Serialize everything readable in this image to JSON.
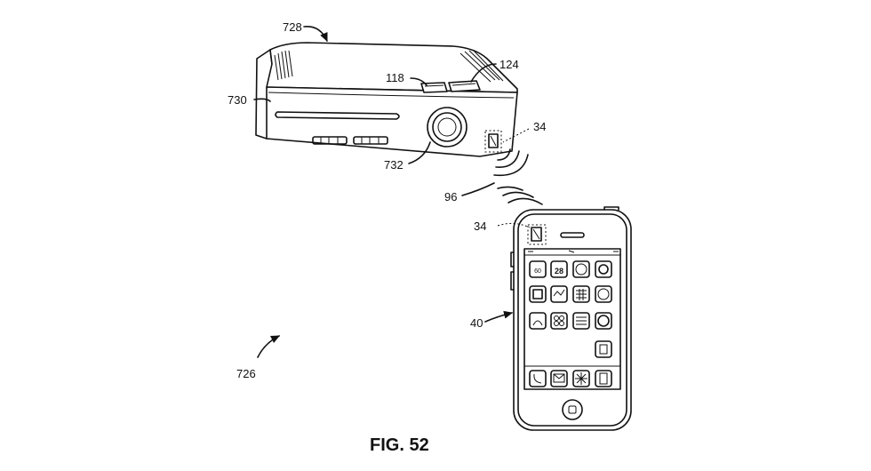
{
  "figure": {
    "caption": "FIG. 52"
  },
  "labels": {
    "console": "728",
    "button_a": "118",
    "button_b": "124",
    "disc_slot": "730",
    "nfc_console": "34",
    "ring": "732",
    "signal": "96",
    "nfc_phone": "34",
    "phone": "40",
    "system": "726"
  },
  "phone_icons": {
    "row1": [
      "60",
      "28",
      "",
      ""
    ]
  }
}
